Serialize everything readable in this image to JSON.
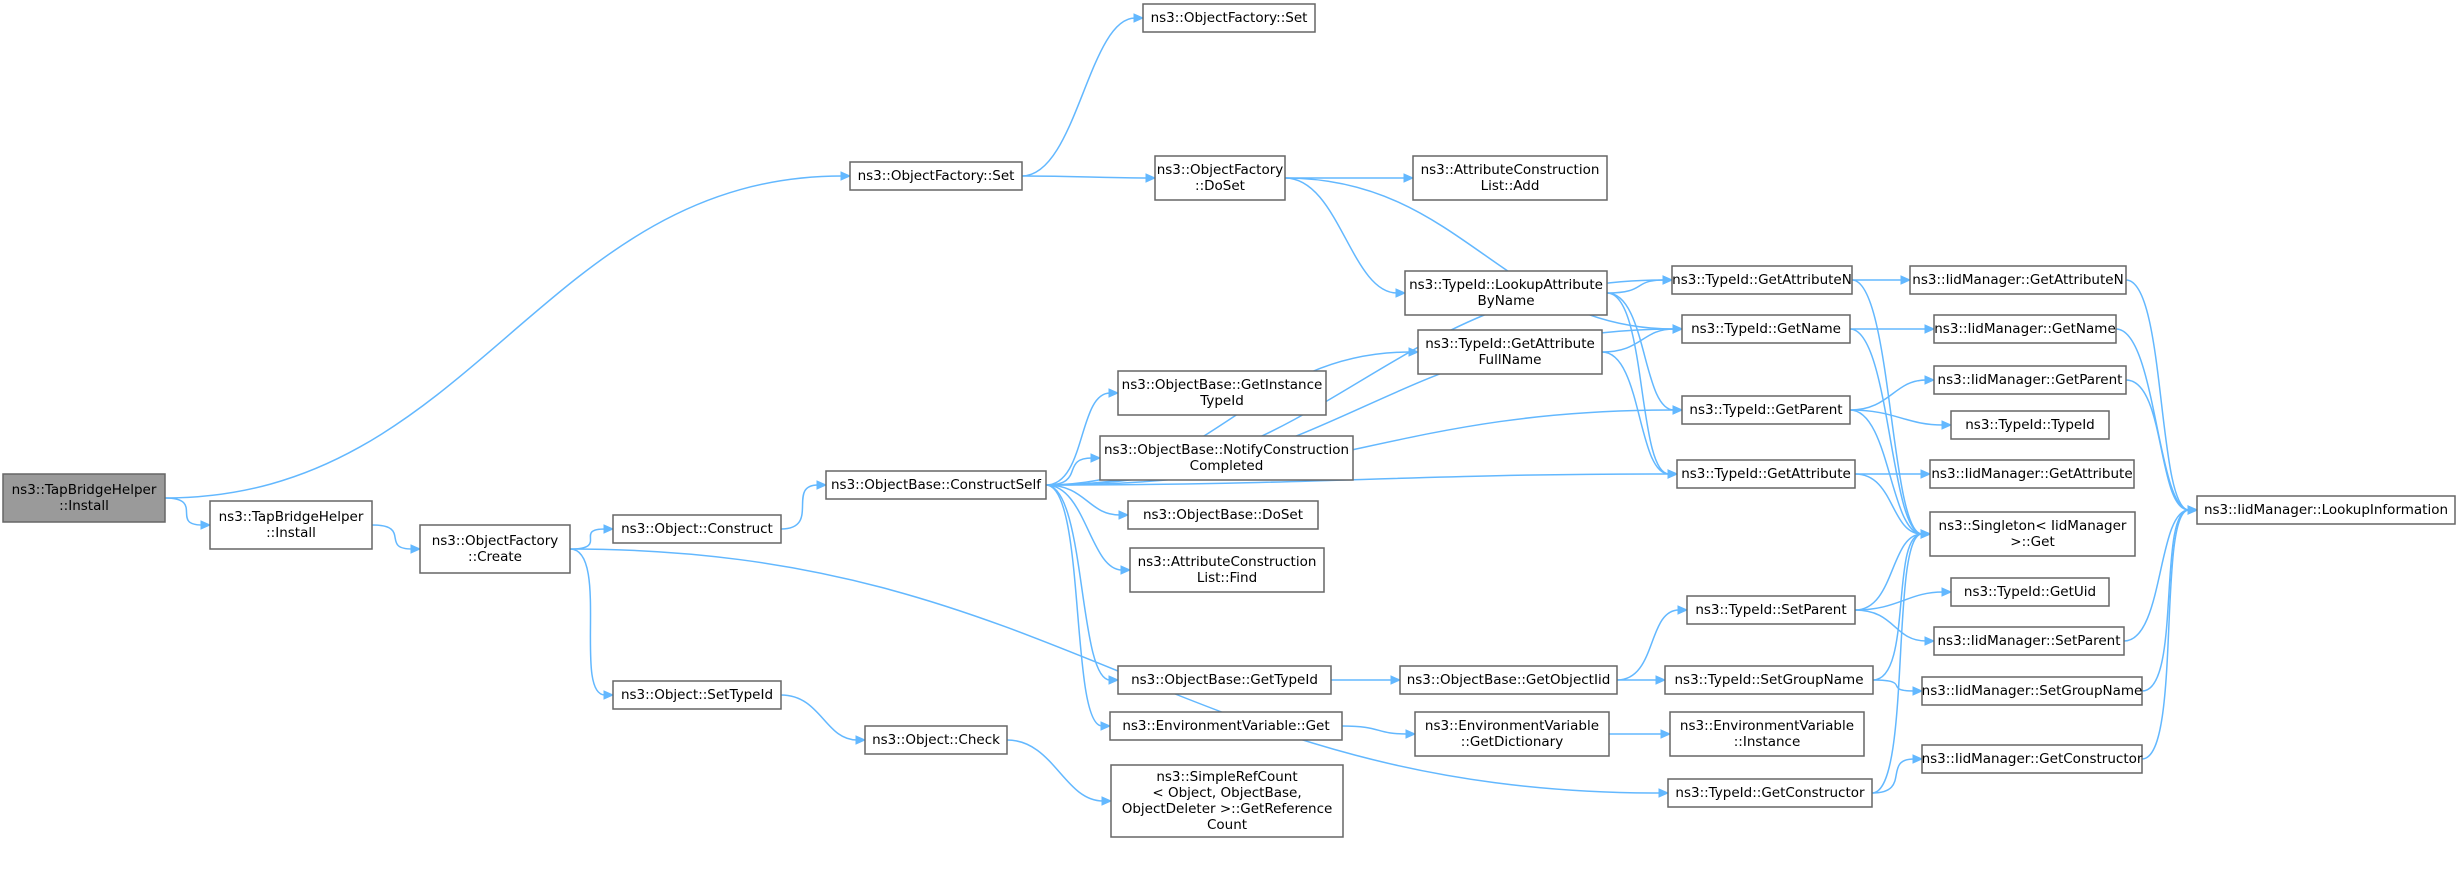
{
  "graph": {
    "edge_color": "#63b8ff",
    "root_fill": "#9a9a9a",
    "nodes": [
      {
        "id": "root",
        "lines": [
          "ns3::TapBridgeHelper",
          "::Install"
        ],
        "root": true
      },
      {
        "id": "tbh_install",
        "lines": [
          "ns3::TapBridgeHelper",
          "::Install"
        ]
      },
      {
        "id": "of_set_outer",
        "lines": [
          "ns3::ObjectFactory::Set"
        ]
      },
      {
        "id": "of_set_top",
        "lines": [
          "ns3::ObjectFactory::Set"
        ]
      },
      {
        "id": "of_create",
        "lines": [
          "ns3::ObjectFactory",
          "::Create"
        ]
      },
      {
        "id": "obj_construct",
        "lines": [
          "ns3::Object::Construct"
        ]
      },
      {
        "id": "obj_settypeid",
        "lines": [
          "ns3::Object::SetTypeId"
        ]
      },
      {
        "id": "obj_check",
        "lines": [
          "ns3::Object::Check"
        ]
      },
      {
        "id": "ob_constructself",
        "lines": [
          "ns3::ObjectBase::ConstructSelf"
        ]
      },
      {
        "id": "of_doset",
        "lines": [
          "ns3::ObjectFactory",
          "::DoSet"
        ]
      },
      {
        "id": "acl_add",
        "lines": [
          "ns3::AttributeConstruction",
          "List::Add"
        ]
      },
      {
        "id": "tid_lookup",
        "lines": [
          "ns3::TypeId::LookupAttribute",
          "ByName"
        ]
      },
      {
        "id": "tid_getattrfullname",
        "lines": [
          "ns3::TypeId::GetAttribute",
          "FullName"
        ]
      },
      {
        "id": "ob_getinstancetypeid",
        "lines": [
          "ns3::ObjectBase::GetInstance",
          "TypeId"
        ]
      },
      {
        "id": "ob_notify",
        "lines": [
          "ns3::ObjectBase::NotifyConstruction",
          "Completed"
        ]
      },
      {
        "id": "ob_doset",
        "lines": [
          "ns3::ObjectBase::DoSet"
        ]
      },
      {
        "id": "acl_find",
        "lines": [
          "ns3::AttributeConstruction",
          "List::Find"
        ]
      },
      {
        "id": "ob_gettypeid",
        "lines": [
          "ns3::ObjectBase::GetTypeId"
        ]
      },
      {
        "id": "env_get",
        "lines": [
          "ns3::EnvironmentVariable::Get"
        ]
      },
      {
        "id": "simplerefcount",
        "lines": [
          "ns3::SimpleRefCount",
          "< Object, ObjectBase,",
          "ObjectDeleter >::GetReference",
          "Count"
        ]
      },
      {
        "id": "ob_getobjectiid",
        "lines": [
          "ns3::ObjectBase::GetObjectIid"
        ]
      },
      {
        "id": "env_getdict",
        "lines": [
          "ns3::EnvironmentVariable",
          "::GetDictionary"
        ]
      },
      {
        "id": "env_instance",
        "lines": [
          "ns3::EnvironmentVariable",
          "::Instance"
        ]
      },
      {
        "id": "tid_getattributen",
        "lines": [
          "ns3::TypeId::GetAttributeN"
        ]
      },
      {
        "id": "tid_getname",
        "lines": [
          "ns3::TypeId::GetName"
        ]
      },
      {
        "id": "tid_getparent",
        "lines": [
          "ns3::TypeId::GetParent"
        ]
      },
      {
        "id": "tid_getattribute",
        "lines": [
          "ns3::TypeId::GetAttribute"
        ]
      },
      {
        "id": "tid_setparent",
        "lines": [
          "ns3::TypeId::SetParent"
        ]
      },
      {
        "id": "tid_setgroupname",
        "lines": [
          "ns3::TypeId::SetGroupName"
        ]
      },
      {
        "id": "tid_getconstructor",
        "lines": [
          "ns3::TypeId::GetConstructor"
        ]
      },
      {
        "id": "iid_getattributen",
        "lines": [
          "ns3::IidManager::GetAttributeN"
        ]
      },
      {
        "id": "iid_getname",
        "lines": [
          "ns3::IidManager::GetName"
        ]
      },
      {
        "id": "iid_getparent",
        "lines": [
          "ns3::IidManager::GetParent"
        ]
      },
      {
        "id": "tid_typeid",
        "lines": [
          "ns3::TypeId::TypeId"
        ]
      },
      {
        "id": "iid_getattribute",
        "lines": [
          "ns3::IidManager::GetAttribute"
        ]
      },
      {
        "id": "singleton_get",
        "lines": [
          "ns3::Singleton< IidManager",
          ">::Get"
        ]
      },
      {
        "id": "tid_getuid",
        "lines": [
          "ns3::TypeId::GetUid"
        ]
      },
      {
        "id": "iid_setparent",
        "lines": [
          "ns3::IidManager::SetParent"
        ]
      },
      {
        "id": "iid_setgroupname",
        "lines": [
          "ns3::IidManager::SetGroupName"
        ]
      },
      {
        "id": "iid_getconstructor",
        "lines": [
          "ns3::IidManager::GetConstructor"
        ]
      },
      {
        "id": "iid_lookupinfo",
        "lines": [
          "ns3::IidManager::LookupInformation"
        ]
      }
    ],
    "edges": [
      [
        "root",
        "of_set_outer"
      ],
      [
        "root",
        "tbh_install"
      ],
      [
        "tbh_install",
        "of_create"
      ],
      [
        "of_set_outer",
        "of_set_top"
      ],
      [
        "of_set_outer",
        "of_doset"
      ],
      [
        "of_create",
        "obj_construct"
      ],
      [
        "of_create",
        "obj_settypeid"
      ],
      [
        "of_create",
        "tid_getconstructor"
      ],
      [
        "obj_construct",
        "ob_constructself"
      ],
      [
        "obj_settypeid",
        "obj_check"
      ],
      [
        "obj_check",
        "simplerefcount"
      ],
      [
        "of_doset",
        "acl_add"
      ],
      [
        "of_doset",
        "tid_lookup"
      ],
      [
        "of_doset",
        "tid_getname"
      ],
      [
        "ob_constructself",
        "tid_getattributen"
      ],
      [
        "ob_constructself",
        "tid_getname"
      ],
      [
        "ob_constructself",
        "tid_getattrfullname"
      ],
      [
        "ob_constructself",
        "tid_getparent"
      ],
      [
        "ob_constructself",
        "ob_getinstancetypeid"
      ],
      [
        "ob_constructself",
        "ob_notify"
      ],
      [
        "ob_constructself",
        "ob_doset"
      ],
      [
        "ob_constructself",
        "acl_find"
      ],
      [
        "ob_constructself",
        "tid_getattribute"
      ],
      [
        "ob_constructself",
        "ob_gettypeid"
      ],
      [
        "ob_constructself",
        "env_get"
      ],
      [
        "tid_lookup",
        "tid_getattributen"
      ],
      [
        "tid_lookup",
        "tid_getparent"
      ],
      [
        "tid_lookup",
        "tid_getattribute"
      ],
      [
        "tid_getattrfullname",
        "tid_getname"
      ],
      [
        "tid_getattrfullname",
        "tid_getattribute"
      ],
      [
        "ob_gettypeid",
        "ob_getobjectiid"
      ],
      [
        "env_get",
        "env_getdict"
      ],
      [
        "env_getdict",
        "env_instance"
      ],
      [
        "ob_getobjectiid",
        "tid_setparent"
      ],
      [
        "ob_getobjectiid",
        "tid_setgroupname"
      ],
      [
        "tid_getattributen",
        "iid_getattributen"
      ],
      [
        "tid_getattributen",
        "singleton_get"
      ],
      [
        "tid_getname",
        "iid_getname"
      ],
      [
        "tid_getname",
        "singleton_get"
      ],
      [
        "tid_getparent",
        "iid_getparent"
      ],
      [
        "tid_getparent",
        "tid_typeid"
      ],
      [
        "tid_getparent",
        "singleton_get"
      ],
      [
        "tid_getattribute",
        "iid_getattribute"
      ],
      [
        "tid_getattribute",
        "singleton_get"
      ],
      [
        "tid_setparent",
        "singleton_get"
      ],
      [
        "tid_setparent",
        "tid_getuid"
      ],
      [
        "tid_setparent",
        "iid_setparent"
      ],
      [
        "tid_setgroupname",
        "singleton_get"
      ],
      [
        "tid_setgroupname",
        "iid_setgroupname"
      ],
      [
        "tid_getconstructor",
        "singleton_get"
      ],
      [
        "tid_getconstructor",
        "iid_getconstructor"
      ],
      [
        "iid_getattributen",
        "iid_lookupinfo"
      ],
      [
        "iid_getname",
        "iid_lookupinfo"
      ],
      [
        "iid_getparent",
        "iid_lookupinfo"
      ],
      [
        "iid_setparent",
        "iid_lookupinfo"
      ],
      [
        "iid_setgroupname",
        "iid_lookupinfo"
      ],
      [
        "iid_getconstructor",
        "iid_lookupinfo"
      ]
    ]
  }
}
